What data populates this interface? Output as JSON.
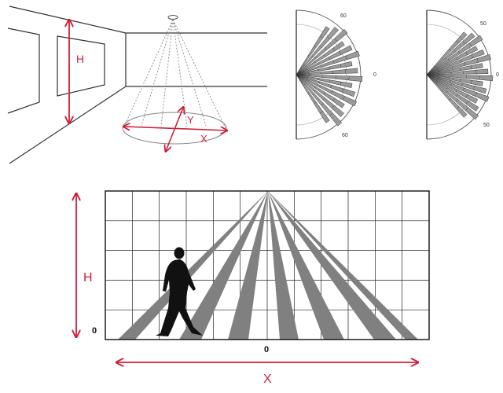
{
  "room_view": {
    "height_label": "H",
    "y_label": "Y",
    "x_label": "X"
  },
  "patterns": [
    {
      "id": "left",
      "top_angle": "60",
      "mid_angle": "0",
      "bottom_angle": "60"
    },
    {
      "id": "right",
      "top_angle": "50",
      "mid_angle": "0",
      "bottom_angle": "50"
    }
  ],
  "coverage": {
    "height_label": "H",
    "width_label": "X",
    "origin_y": "0",
    "origin_x": "0"
  },
  "colors": {
    "accent": "#d01f3a",
    "beam": "#808080",
    "grid": "#000000"
  }
}
